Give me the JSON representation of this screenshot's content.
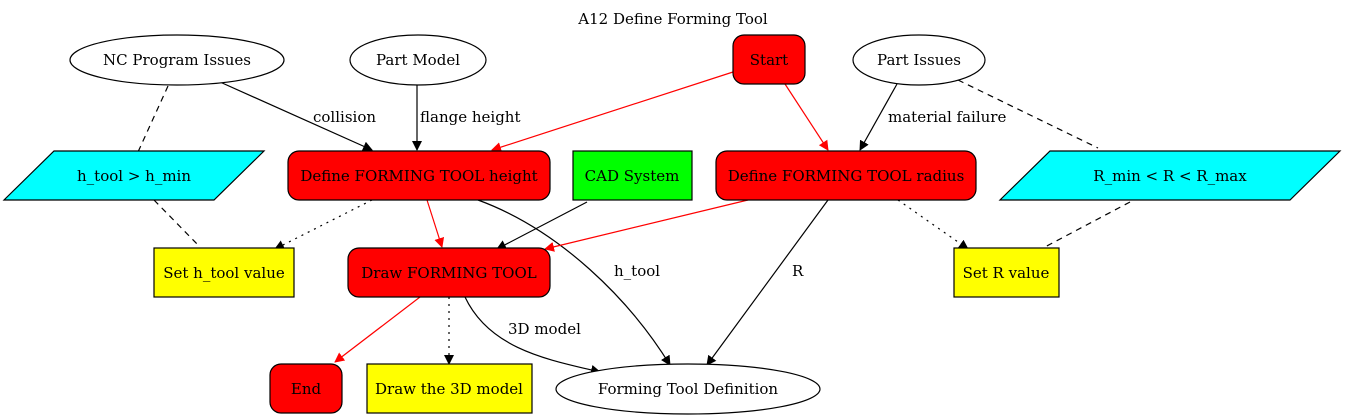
{
  "title": "A12 Define Forming Tool",
  "colors": {
    "process": "#ff0000",
    "data": "#ffff00",
    "tool": "#00ff00",
    "constraint": "#00ffff",
    "control_edge": "#ff0000",
    "edge": "#000000"
  },
  "nodes": {
    "nc_issues": "NC Program Issues",
    "part_model": "Part Model",
    "start": "Start",
    "part_issues": "Part Issues",
    "h_constraint": "h_tool > h_min",
    "define_height": "Define FORMING TOOL height",
    "cad_system": "CAD System",
    "define_radius": "Define FORMING TOOL radius",
    "r_constraint": "R_min < R < R_max",
    "set_h": "Set h_tool value",
    "draw_tool": "Draw FORMING TOOL",
    "set_r": "Set R value",
    "end": "End",
    "draw_3d": "Draw the 3D model",
    "definition": "Forming Tool Definition"
  },
  "edges": {
    "collision": "collision",
    "flange_height": "flange height",
    "material_failure": "material failure",
    "h_tool": "h_tool",
    "r": "R",
    "model_3d": "3D model"
  }
}
